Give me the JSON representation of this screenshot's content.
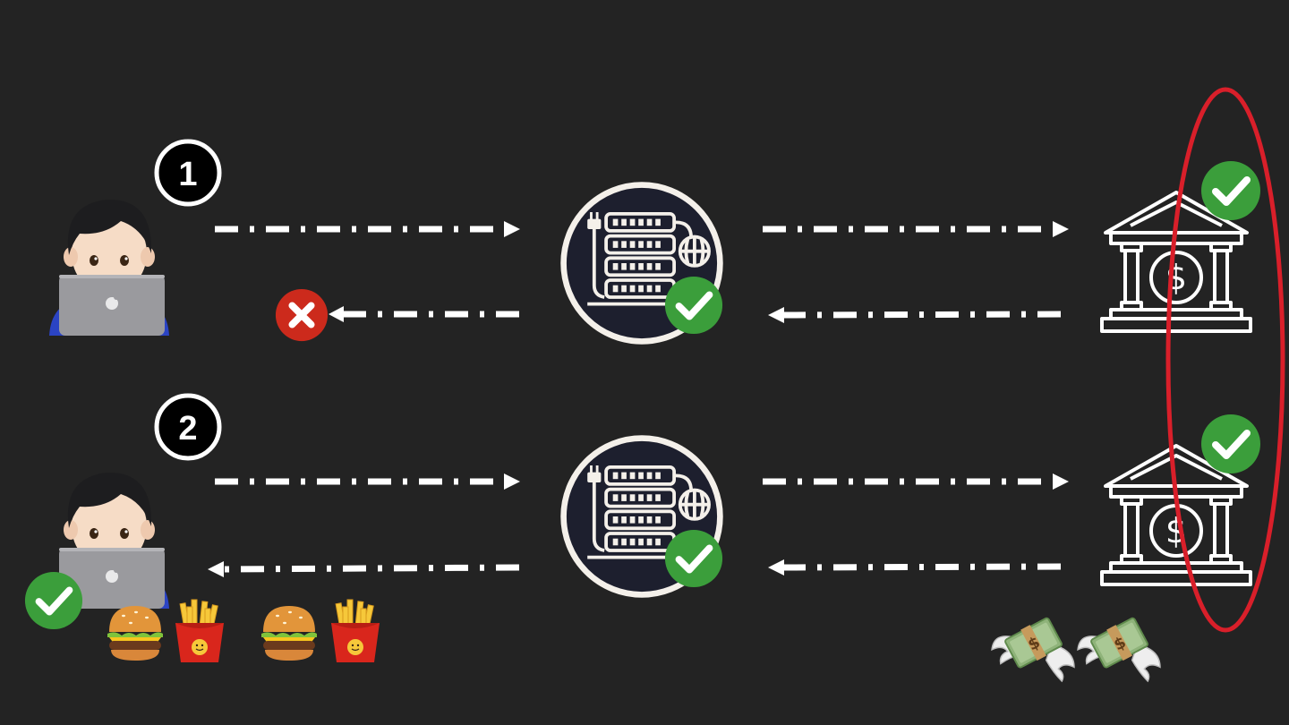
{
  "steps": [
    {
      "number": "1",
      "client": {
        "request": "sent",
        "response": "failed",
        "status_icon": "x-icon"
      },
      "server": {
        "status_icon": "check-icon"
      },
      "bank": {
        "status_icon": "check-icon"
      }
    },
    {
      "number": "2",
      "client": {
        "request": "sent",
        "response": "received",
        "status_icon": "check-icon",
        "items": [
          "burger",
          "fries",
          "burger",
          "fries"
        ]
      },
      "server": {
        "status_icon": "check-icon"
      },
      "bank": {
        "status_icon": "check-icon",
        "items": [
          "money-with-wings",
          "money-with-wings"
        ]
      }
    }
  ],
  "colors": {
    "background": "#232323",
    "success": "#3b9e3b",
    "error": "#cc2a1c",
    "highlight": "#d91f2a",
    "arrow": "#ffffff",
    "server_fill": "#1d1f2e"
  },
  "highlight": {
    "shape": "ellipse",
    "target": "bank-column"
  }
}
